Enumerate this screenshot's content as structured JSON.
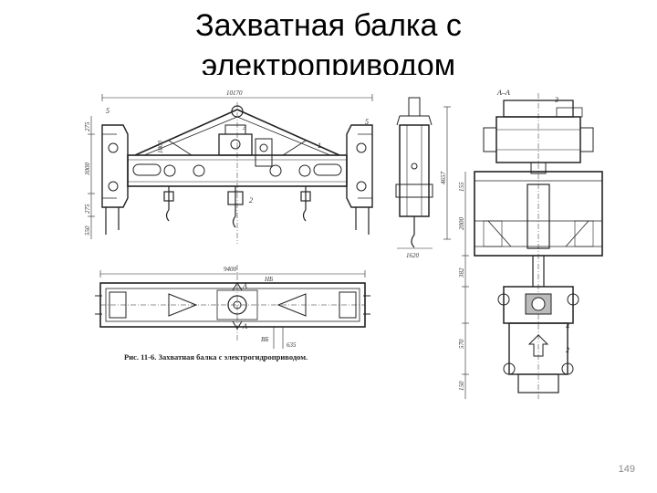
{
  "slide": {
    "title_line1": "Захватная балка с",
    "title_line2": "электроприводом",
    "page_number": "149"
  },
  "figure": {
    "caption": "Рис. 11-6. Захватная балка с электрогидроприводом.",
    "section_label": "А–А",
    "dimensions": {
      "top_length": "10170",
      "plan_length": "9400",
      "d275a": "275",
      "d3000": "3000",
      "d275b": "275",
      "d550": "550",
      "d1000": "1000",
      "d1620": "1620",
      "d4657": "4657",
      "d155": "155",
      "d2000": "2000",
      "d382": "382",
      "d570": "570",
      "d150": "150",
      "d635": "635",
      "hb": "НБ",
      "hb2": "ВБ"
    },
    "callouts": {
      "c1": "1",
      "c2": "2",
      "c3": "3",
      "c5a": "5",
      "c5b": "5",
      "c3b": "3",
      "c4": "4",
      "c2b": "2",
      "arrowA1": "А",
      "arrowA2": "А"
    }
  }
}
